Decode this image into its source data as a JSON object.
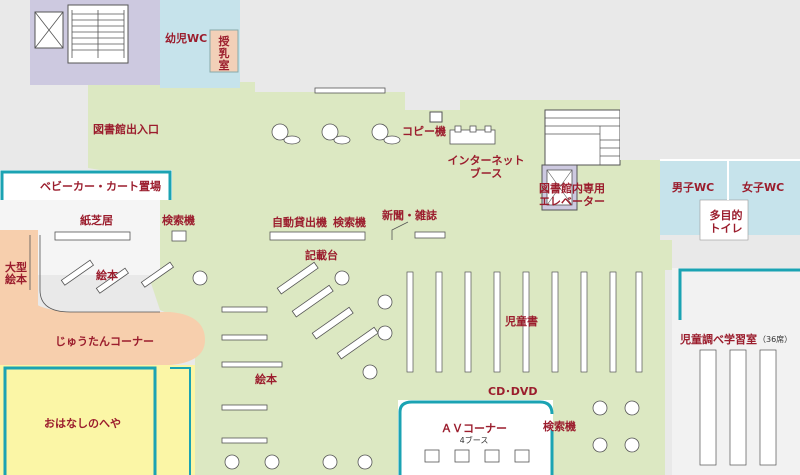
{
  "labels": {
    "infant_wc": "幼児WC",
    "nursing_room": "授乳室",
    "library_entrance": "図書館出入口",
    "copy_machine": "コピー機",
    "internet_booth_line1": "インターネット",
    "internet_booth_line2": "ブース",
    "library_elevator_line1": "図書館内専用",
    "library_elevator_line2": "エレベーター",
    "stroller_area": "ベビーカー・カート置場",
    "mens_wc": "男子WC",
    "womens_wc": "女子WC",
    "multipurpose_toilet_line1": "多目的",
    "multipurpose_toilet_line2": "トイレ",
    "kamishibai": "紙芝居",
    "search_terminal_1": "検索機",
    "auto_lending_machine": "自動貸出機",
    "search_terminal_2": "検索機",
    "newspapers_magazines": "新聞・雑誌",
    "writing_desk": "記載台",
    "picture_books_1": "絵本",
    "large_picture_books": "大型絵本",
    "carpet_corner": "じゅうたんコーナー",
    "childrens_books": "児童書",
    "picture_books_2": "絵本",
    "childrens_study_room": "児童調べ学習室",
    "study_room_seats": "（36席）",
    "cd_dvd": "CD･DVD",
    "av_corner": "ＡＶコーナー",
    "av_booths": "4ブース",
    "storytelling_room": "おはなしのへや",
    "search_terminal_3": "検索機"
  },
  "colors": {
    "floor": "#dce8c2",
    "toilet_blue": "#c6e3eb",
    "elevator_purple": "#cdc9e0",
    "corridor": "#e9e9e9",
    "carpet": "#f7cfad",
    "storytelling": "#fbf6a6",
    "study_room": "#f2f2f2",
    "wall_accent": "#1ba3b3",
    "label_text": "#9b1d2d",
    "furniture": "#555555"
  }
}
